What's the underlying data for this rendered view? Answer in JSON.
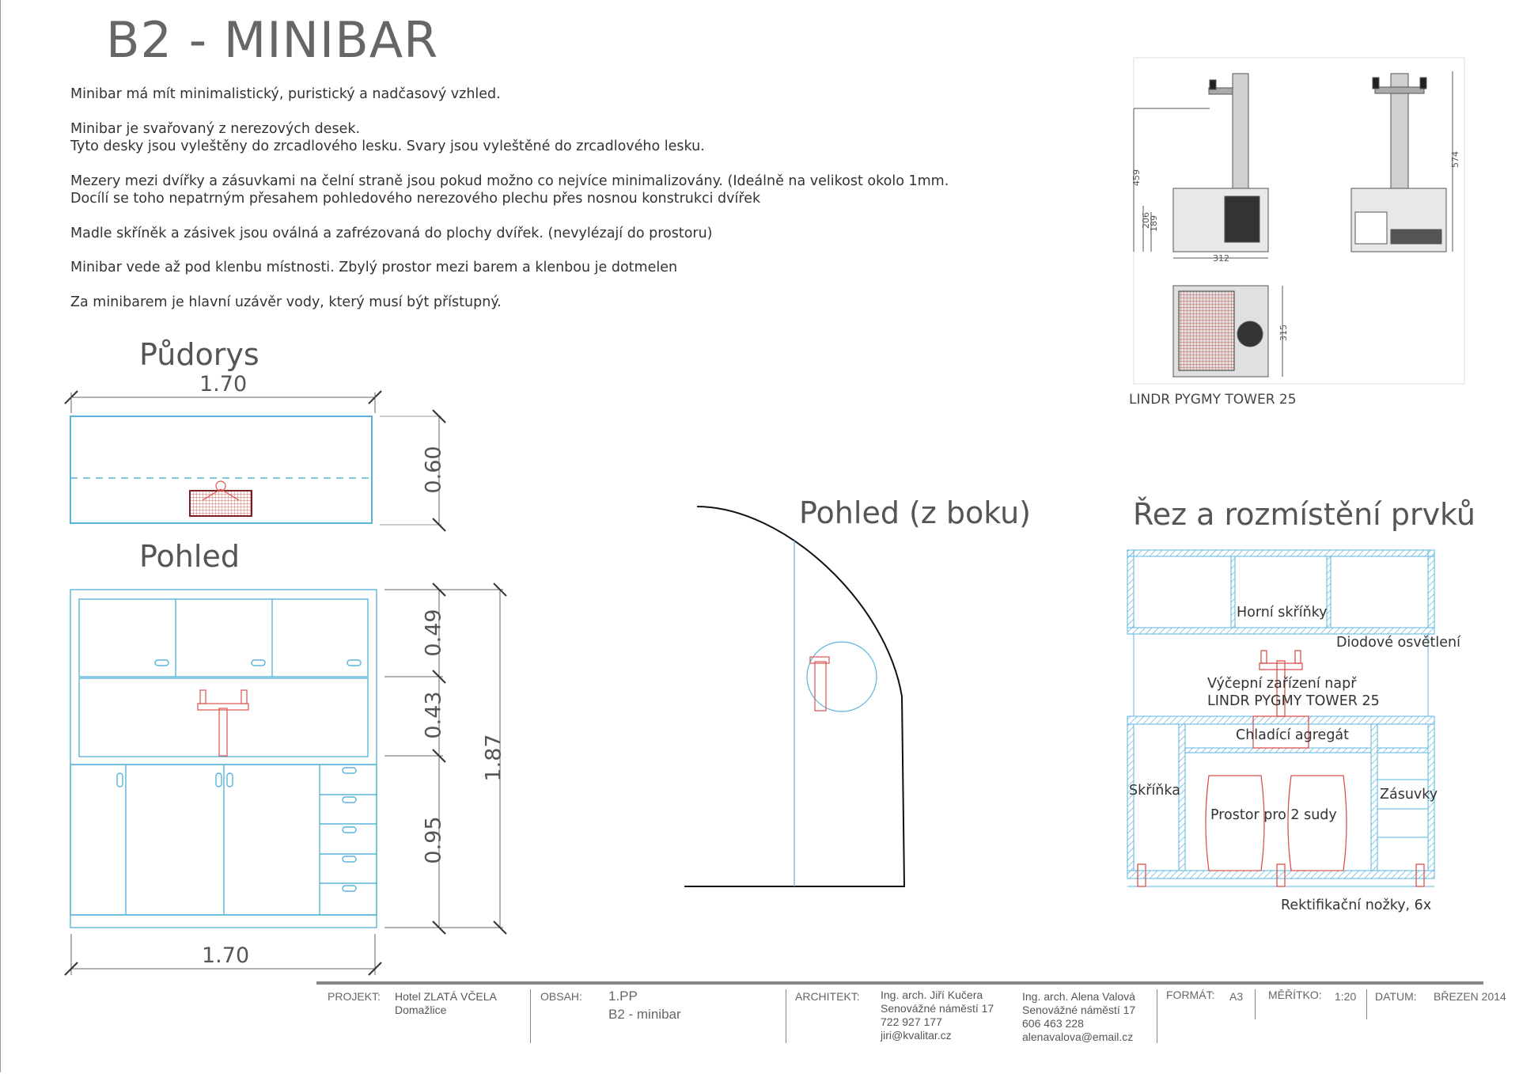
{
  "title": "B2 - MINIBAR",
  "notes": [
    "Minibar má mít minimalistický, puristický a nadčasový vzhled.",
    "Minibar je svařovaný z nerezových desek.\nTyto desky jsou vyleštěny do zrcadlového lesku. Svary jsou vyleštěné do zrcadlového lesku.",
    "Mezery mezi dvířky a zásuvkami na čelní straně jsou pokud možno co nejvíce minimalizovány. (Ideálně na velikost okolo 1mm.\nDocílí se toho nepatrným přesahem pohledového nerezového plechu přes nosnou konstrukci dvířek",
    "Madle skříněk a zásivek jsou oválná a zafrézovaná do plochy dvířek. (nevylézají do prostoru)",
    "Minibar vede až pod klenbu místnosti. Zbylý prostor mezi barem a klenbou je dotmelen",
    "Za minibarem je hlavní uzávěr vody, který musí být přístupný."
  ],
  "plan": {
    "heading": "Půdorys",
    "width_dim": "1.70",
    "depth_dim": "0.60"
  },
  "elevation": {
    "heading": "Pohled",
    "dims": {
      "upper": "0.49",
      "middle": "0.43",
      "lower": "0.95",
      "total": "1.87",
      "width": "1.70"
    }
  },
  "side_view": {
    "heading": "Pohled (z boku)"
  },
  "section": {
    "heading": "Řez a rozmístění prvků",
    "labels": {
      "upper_cabinets": "Horní skříňky",
      "led": "Diodové osvětlení",
      "tap_line1": "Výčepní zařízení např",
      "tap_line2": "LINDR PYGMY TOWER 25",
      "cooler": "Chladící agregát",
      "cabinet": "Skříňka",
      "drawers": "Zásuvky",
      "kegs": "Prostor pro 2 sudy",
      "feet": "Rektifikační nožky, 6x"
    }
  },
  "product": {
    "caption": "LINDR PYGMY TOWER 25",
    "dims": [
      "459",
      "206",
      "189",
      "312",
      "574",
      "315"
    ]
  },
  "title_block": {
    "project_label": "PROJEKT:",
    "project_value": "Hotel ZLATÁ VČELA\nDomažlice",
    "content_label": "OBSAH:",
    "content_code": "1.PP",
    "content_value": "B2 - minibar",
    "architect_label": "ARCHITEKT:",
    "architect1": "Ing. arch. Jiří Kučera\nSenovážné náměstí 17\n722 927 177\njiri@kvalitar.cz",
    "architect2": "Ing. arch. Alena Valová\nSenovážné náměstí 17\n606 463 228\nalenavalova@email.cz",
    "format_label": "FORMÁT:",
    "format_value": "A3",
    "scale_label": "MĚŘÍTKO:",
    "scale_value": "1:20",
    "date_label": "DATUM:",
    "date_value": "BŘEZEN 2014"
  },
  "colors": {
    "cyan": "#5ab4dc",
    "red": "#d9534f",
    "dim": "#666666"
  }
}
